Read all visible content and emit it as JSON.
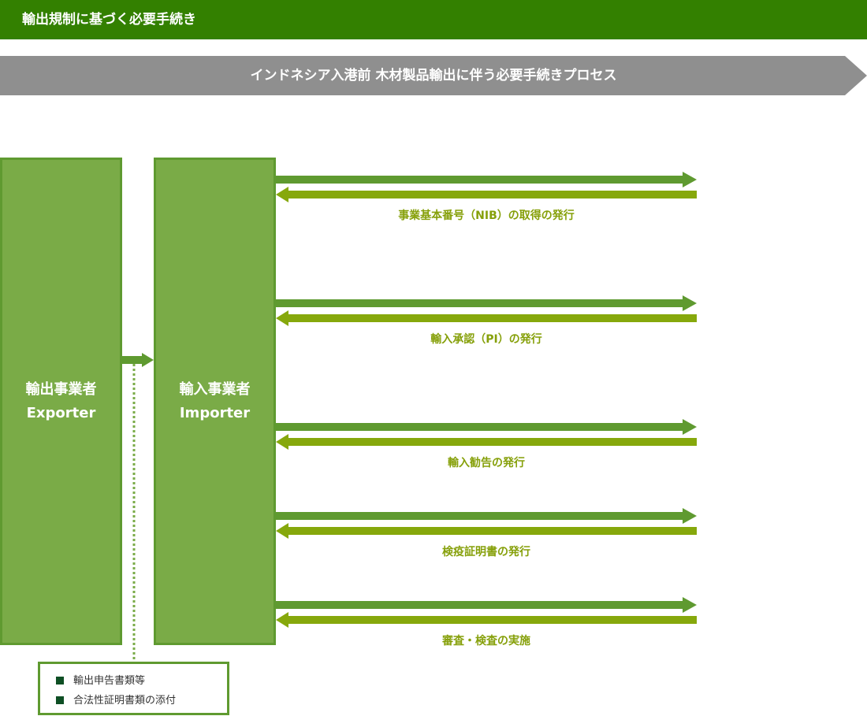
{
  "header": {
    "title": "輸出規制に基づく必要手続き"
  },
  "banner": {
    "title": "インドネシア入港前 木材製品輸出に伴う必要手続きプロセス"
  },
  "exporter": {
    "ja": "輸出事業者",
    "en": "Exporter"
  },
  "importer": {
    "ja": "輸入事業者",
    "en": "Importer"
  },
  "steps": [
    {
      "label": "事業基本番号（NIB）の取得の発行"
    },
    {
      "label": "輸入承認（PI）の発行"
    },
    {
      "label": "輸入勧告の発行"
    },
    {
      "label": "検疫証明書の発行"
    },
    {
      "label": "審査・検査の実施"
    }
  ],
  "documents": [
    "輸出申告書類等",
    "合法性証明書類の添付"
  ],
  "colors": {
    "header": "#338000",
    "banner": "#8f8f8f",
    "box": "#7aab47",
    "arrow_out": "#5f9a30",
    "arrow_in": "#86a80c"
  }
}
